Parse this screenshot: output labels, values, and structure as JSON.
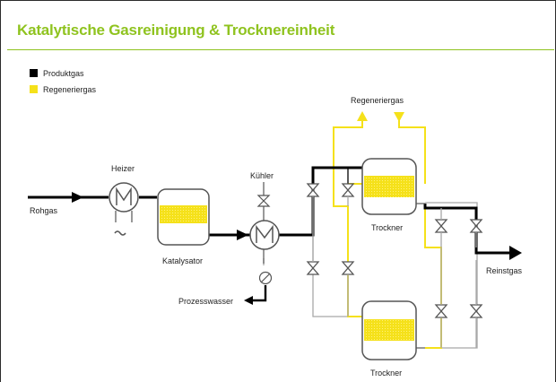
{
  "title": "Katalytische Gasreinigung & Trocknereinheit",
  "legend": [
    {
      "label": "Produktgas",
      "color": "#000000"
    },
    {
      "label": "Regeneriergas",
      "color": "#f5e11a"
    }
  ],
  "labels": {
    "rohgas": "Rohgas",
    "heizer": "Heizer",
    "katalysator": "Katalysator",
    "kuehler": "Kühler",
    "prozesswasser": "Prozesswasser",
    "regeneriergas": "Regeneriergas",
    "trockner_top": "Trockner",
    "trockner_bottom": "Trockner",
    "reinstgas": "Reinstgas"
  },
  "colors": {
    "accent": "#8fc31f",
    "product": "#000000",
    "regen": "#f5e11a",
    "pipe_gray": "#a8a8a8",
    "fill": "#f5e11a"
  }
}
